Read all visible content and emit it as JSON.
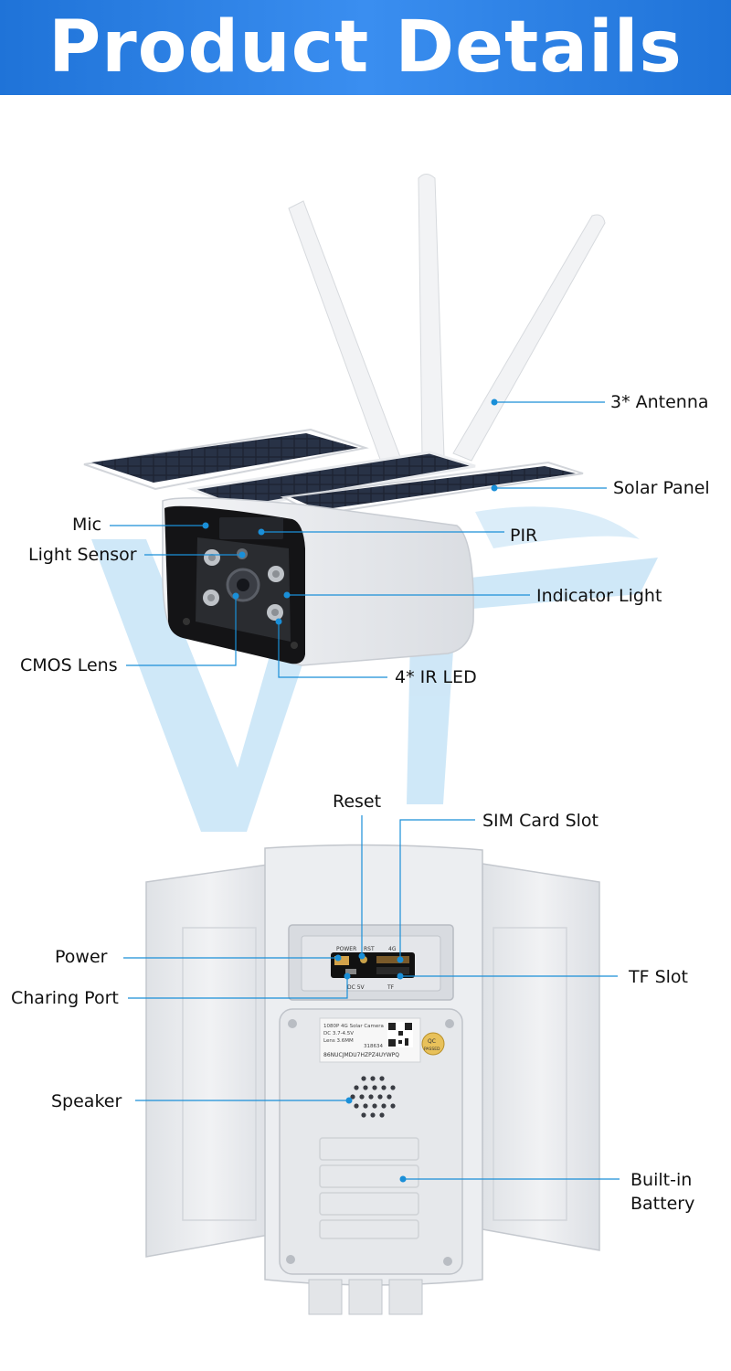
{
  "header": {
    "title": "Product Details"
  },
  "top_callouts": {
    "antenna": "3* Antenna",
    "solar_panel": "Solar Panel",
    "mic": "Mic",
    "pir": "PIR",
    "light_sensor": "Light Sensor",
    "indicator_light": "Indicator Light",
    "cmos_lens": "CMOS Lens",
    "ir_led": "4* IR LED"
  },
  "bottom_callouts": {
    "reset": "Reset",
    "sim_card_slot": "SIM Card Slot",
    "power": "Power",
    "tf_slot": "TF Slot",
    "charging_port": "Charing Port",
    "speaker": "Speaker",
    "battery_line1": "Built-in",
    "battery_line2": "Battery"
  },
  "device_panel_text": {
    "power": "POWER",
    "rst": "RST",
    "g4": "4G",
    "dc": "DC 5V",
    "tf": "TF"
  },
  "device_label": {
    "line1": "1080P 4G Solar Camera",
    "line2": "DC 3.7-4.5V",
    "line3": "Lens 3.6MM",
    "serial": "318634",
    "code": "86NUCJMDU7HZPZ4UYWPQ",
    "qc1": "QC",
    "qc2": "PASSED"
  },
  "colors": {
    "accent": "#1f73d8",
    "leader": "#1a8fd8",
    "watermark": "#bfe0f5"
  }
}
